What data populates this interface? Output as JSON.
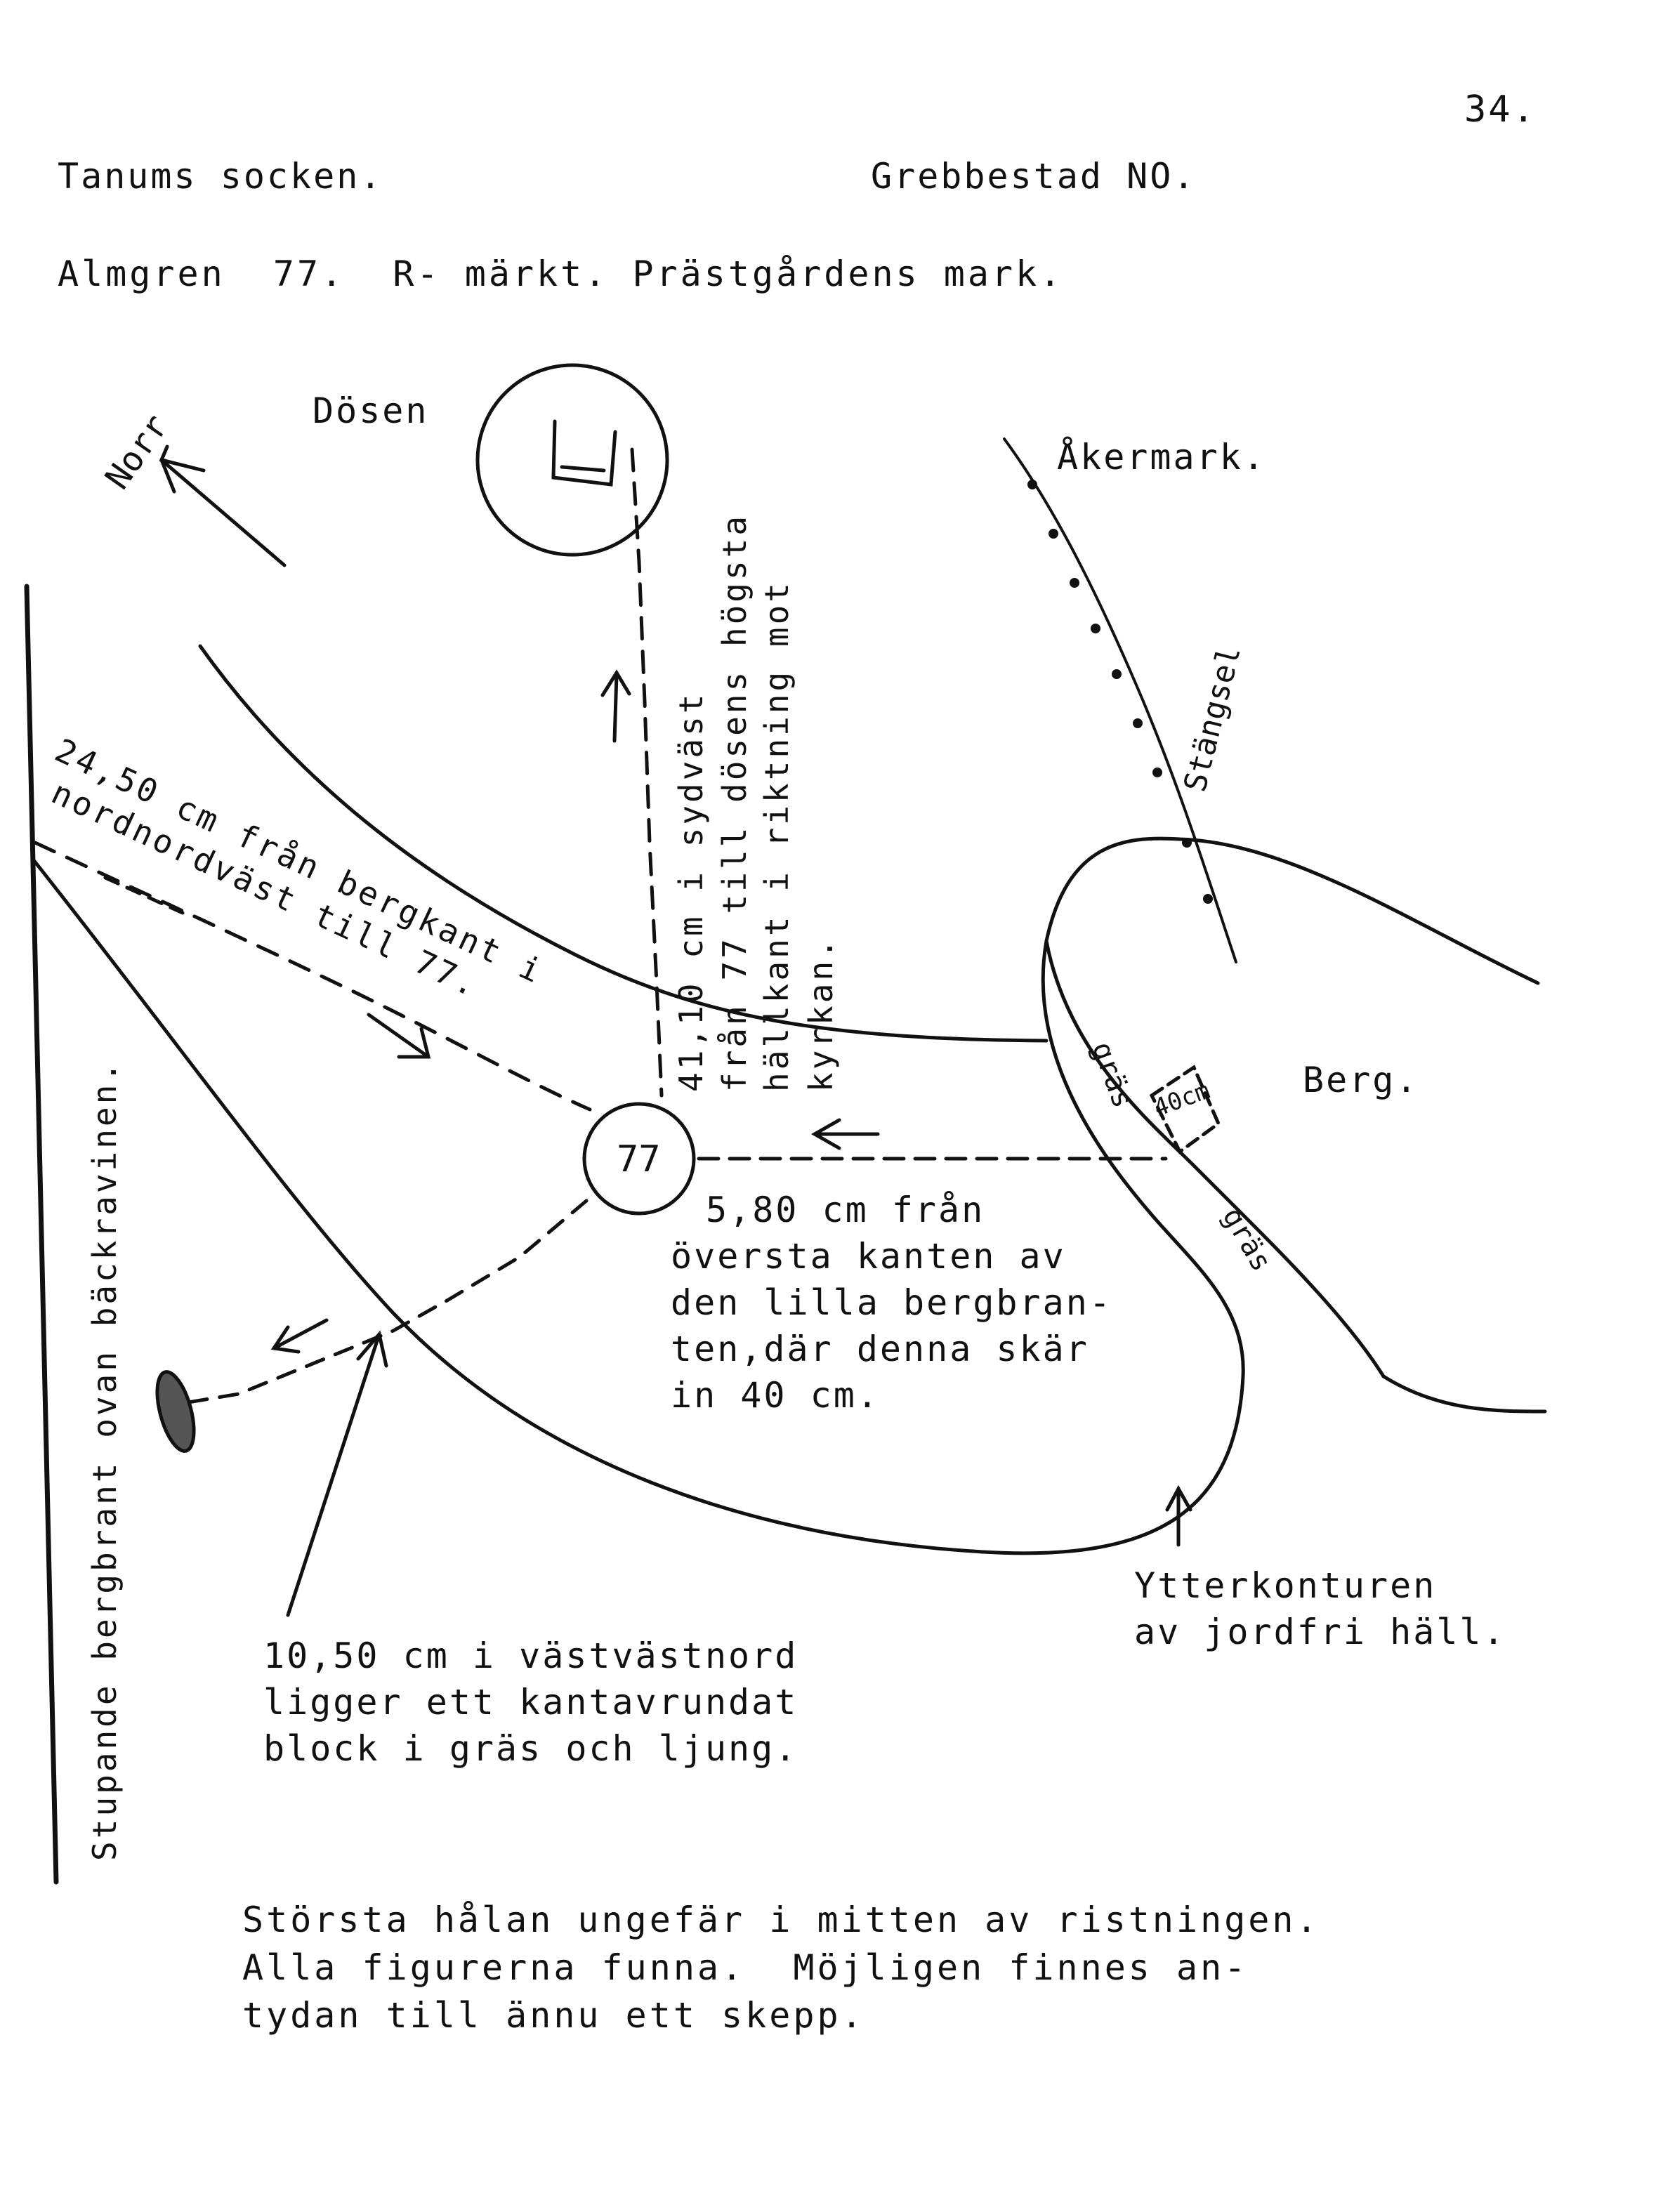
{
  "page_number": "34.",
  "header": {
    "parish": "Tanums socken.",
    "map_sheet": "Grebbestad NO.",
    "line2": "Almgren  77.  R- märkt. Prästgårdens mark."
  },
  "map": {
    "north_label": "Norr",
    "dolmen_label": "Dösen",
    "field_label": "Åkermark.",
    "fence_label": "Stängsel",
    "rock_label": "Berg.",
    "site_number": "77",
    "grass_label": "gräs",
    "width_label": "40cm",
    "left_edge_label": "Stupande bergbrant ovan bäckravinen.",
    "note_dolmen": [
      "41,10 cm i sydväst",
      "från 77 till dösens högsta",
      "hällkant i riktning mot",
      "kyrkan."
    ],
    "note_bergkant": [
      "24,50 cm från bergkant i",
      "nordnordväst till 77."
    ],
    "note_bergbrant": [
      "5,80 cm från",
      "översta kanten av",
      "den lilla bergbran-",
      "ten,där denna skär",
      "in 40 cm."
    ],
    "note_block": [
      "10,50 cm i västvästnord",
      "ligger ett kantavrundat",
      "block i gräs och ljung."
    ],
    "note_outline": [
      "Ytterkonturen",
      "av jordfri häll."
    ]
  },
  "footer": [
    "Största hålan ungefär i mitten av ristningen.",
    "Alla figurerna funna.  Möjligen finnes an-",
    "tydan till ännu ett skepp."
  ]
}
